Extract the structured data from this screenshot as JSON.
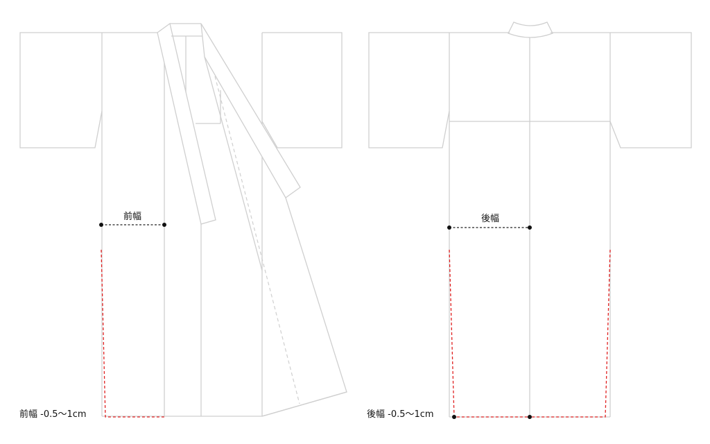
{
  "front": {
    "width_label": "前幅",
    "adjust_label": "前幅 -0.5〜1cm"
  },
  "back": {
    "width_label": "後幅",
    "adjust_label": "後幅 -0.5〜1cm"
  },
  "colors": {
    "outline": "#cfcfcf",
    "measure": "#222222",
    "adjust": "#e02020",
    "text": "#111111"
  }
}
